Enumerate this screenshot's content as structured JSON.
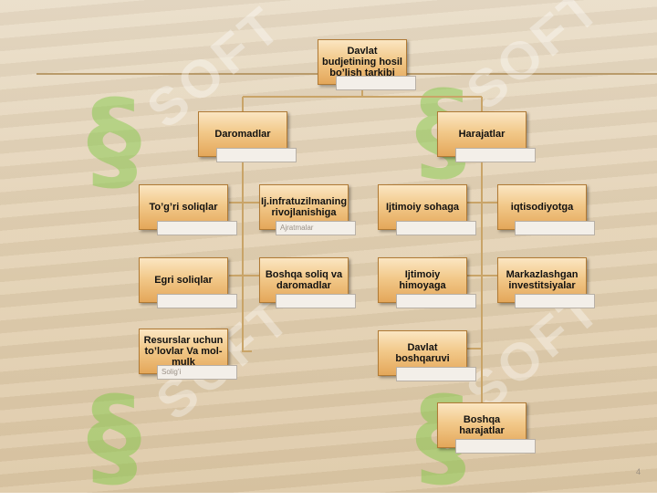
{
  "watermark": "SOFT",
  "root": {
    "label": "Davlat budjetining hosil bo’lish tarkibi"
  },
  "income": {
    "label": "Daromadlar",
    "items": [
      {
        "label": "To’g’ri soliqlar",
        "tag": ""
      },
      {
        "label": "Ij.infratuzilmaning rivojlanishiga",
        "tag": "Ajratmalar"
      },
      {
        "label": "Egri soliqlar",
        "tag": ""
      },
      {
        "label": "Boshqa soliq va daromadlar",
        "tag": ""
      },
      {
        "label": "Resurslar uchun to’lovlar Va mol-mulk",
        "tag": "Solig’i"
      }
    ]
  },
  "expenses": {
    "label": "Harajatlar",
    "items": [
      {
        "label": "Ijtimoiy sohaga",
        "tag": ""
      },
      {
        "label": "iqtisodiyotga",
        "tag": ""
      },
      {
        "label": "Ijtimoiy himoyaga",
        "tag": ""
      },
      {
        "label": "Markazlashgan investitsiyalar",
        "tag": ""
      },
      {
        "label": "Davlat boshqaruvi",
        "tag": ""
      },
      {
        "label": "Boshqa harajatlar",
        "tag": ""
      }
    ]
  },
  "page_number": "4",
  "colors": {
    "node_top": "#fbe6c2",
    "node_bottom": "#e4a75a",
    "connector": "#c9a468"
  }
}
